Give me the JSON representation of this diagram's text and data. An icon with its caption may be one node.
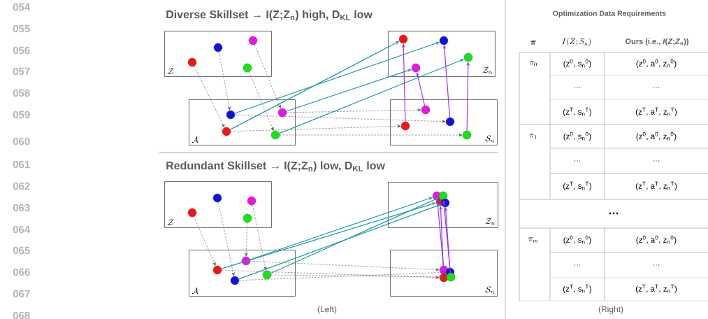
{
  "diagram": {
    "nodes": [
      {
        "text": [
          "\\mathcal{Z}"
        ]
      },
      {
        "text": [],
        "shape": "circle",
        "in": 0
      },
      {
        "text": [],
        "shape": "circle",
        "in": 0
      },
      {
        "text": [],
        "shape": "circle",
        "in": 0
      },
      {
        "text": [],
        "shape": "circle",
        "in": 0
      },
      {
        "text": [
          "\\mathcal{A}"
        ]
      },
      {
        "text": [],
        "shape": "circle",
        "in": 5
      },
      {
        "text": [],
        "shape": "circle",
        "in": 5
      },
      {
        "text": [],
        "shape": "circle",
        "in": 5
      },
      {
        "text": [],
        "shape": "circle",
        "in": 5
      },
      {
        "text": [
          "\\mathcal{Z}_n"
        ]
      },
      {
        "text": [],
        "shape": "circle",
        "in": 10
      },
      {
        "text": [],
        "shape": "circle",
        "in": 10
      },
      {
        "text": [],
        "shape": "circle",
        "in": 10
      },
      {
        "text": [],
        "shape": "circle",
        "in": 10
      },
      {
        "text": [
          "\\mathcal{S}_n"
        ]
      },
      {
        "text": [],
        "shape": "circle",
        "in": 15
      },
      {
        "text": [],
        "shape": "circle",
        "in": 15
      },
      {
        "text": [],
        "shape": "circle",
        "in": 15
      },
      {
        "text": [],
        "shape": "circle",
        "in": 15
      },
      {
        "text": [
          "\\mathcal{Z}"
        ]
      },
      {
        "text": [],
        "shape": "circle",
        "in": 20
      },
      {
        "text": [],
        "shape": "circle",
        "in": 20
      },
      {
        "text": [],
        "shape": "circle",
        "in": 20
      },
      {
        "text": [],
        "shape": "circle",
        "in": 20
      },
      {
        "text": [
          "\\mathcal{A}"
        ]
      },
      {
        "text": [],
        "shape": "circle",
        "in": 25
      },
      {
        "text": [],
        "shape": "circle",
        "in": 25
      },
      {
        "text": [],
        "shape": "circle",
        "in": 25
      },
      {
        "text": [],
        "shape": "circle",
        "in": 25
      },
      {
        "text": [
          "\\mathcal{Z}_n"
        ]
      },
      {
        "text": [],
        "shape": "circle",
        "in": 30
      },
      {
        "text": [],
        "shape": "circle",
        "in": 30
      },
      {
        "text": [],
        "shape": "circle",
        "in": 30
      },
      {
        "text": [],
        "shape": "circle",
        "in": 30
      },
      {
        "text": [
          "\\mathcal{S}_n"
        ]
      },
      {
        "text": [],
        "shape": "circle",
        "in": 35
      },
      {
        "text": [],
        "shape": "circle",
        "in": 35
      },
      {
        "text": [],
        "shape": "circle",
        "in": 35
      },
      {
        "text": [],
        "shape": "circle",
        "in": 35
      }
    ],
    "edges": [
      {
        "from": 1,
        "to": 6,
        "arrow": "to",
        "style": "dashed"
      },
      {
        "from": 2,
        "to": 7,
        "arrow": "to",
        "style": "dashed"
      },
      {
        "from": 3,
        "to": 8,
        "arrow": "to",
        "style": "dashed"
      },
      {
        "from": 4,
        "to": 9,
        "arrow": "to",
        "style": "dashed"
      },
      {
        "from": 6,
        "to": 16,
        "arrow": "to",
        "style": "dashed"
      },
      {
        "from": 7,
        "to": 18,
        "arrow": "to",
        "style": "dashed"
      },
      {
        "from": 8,
        "to": 19,
        "arrow": "to",
        "style": "dashed"
      },
      {
        "from": 9,
        "to": 17,
        "arrow": "to",
        "style": "dashed"
      },
      {
        "from": 6,
        "to": 11,
        "arrow": "to",
        "color": "#1a9aa8"
      },
      {
        "from": 7,
        "to": 13,
        "arrow": "to",
        "color": "#1a9aa8"
      },
      {
        "from": 8,
        "to": 14,
        "arrow": "to",
        "color": "#1a9aa8"
      },
      {
        "from": 9,
        "to": 12,
        "arrow": "to",
        "color": "#1a9aa8"
      },
      {
        "from": 16,
        "to": 11,
        "arrow": "to",
        "color": "#9b30ff"
      },
      {
        "from": 17,
        "to": 12,
        "arrow": "to",
        "color": "#9b30ff"
      },
      {
        "from": 18,
        "to": 13,
        "arrow": "to",
        "color": "#9b30ff"
      },
      {
        "from": 19,
        "to": 14,
        "arrow": "to",
        "color": "#9b30ff"
      },
      {
        "from": 21,
        "to": 26,
        "arrow": "to",
        "style": "dashed"
      },
      {
        "from": 22,
        "to": 27,
        "arrow": "to",
        "style": "dashed"
      },
      {
        "from": 23,
        "to": 28,
        "arrow": "to",
        "style": "dashed"
      },
      {
        "from": 24,
        "to": 29,
        "arrow": "to",
        "style": "dashed"
      },
      {
        "from": 26,
        "to": 37,
        "arrow": "to",
        "style": "dashed"
      },
      {
        "from": 27,
        "to": 38,
        "arrow": "to",
        "style": "dashed"
      },
      {
        "from": 28,
        "to": 36,
        "arrow": "to",
        "style": "dashed"
      },
      {
        "from": 29,
        "to": 39,
        "arrow": "to",
        "style": "dashed"
      },
      {
        "from": 26,
        "to": 32,
        "arrow": "to",
        "color": "#1a9aa8"
      },
      {
        "from": 27,
        "to": 34,
        "arrow": "to",
        "color": "#1a9aa8"
      },
      {
        "from": 28,
        "to": 31,
        "arrow": "to",
        "color": "#1a9aa8"
      },
      {
        "from": 29,
        "to": 33,
        "arrow": "to",
        "color": "#1a9aa8"
      },
      {
        "from": 36,
        "to": 31,
        "arrow": "to",
        "color": "#9b30ff"
      },
      {
        "from": 37,
        "to": 32,
        "arrow": "to",
        "color": "#9b30ff"
      },
      {
        "from": 38,
        "to": 34,
        "arrow": "to",
        "color": "#9b30ff"
      },
      {
        "from": 39,
        "to": 33,
        "arrow": "to",
        "color": "#9b30ff"
      }
    ],
    "labels": [
      "054",
      "055",
      "056",
      "057",
      "058",
      "059",
      "060",
      "061",
      "062",
      "063",
      "064",
      "065",
      "066",
      "067",
      "068",
      "Diverse Skillset → I(Z;Z$_{n}$) high, D$_{KL}$ low",
      "Redundant Skillset → I(Z;Z$_{n}$) low, D$_{KL}$ low",
      "(Left)",
      "Optimization Data Requirements",
      "\\boldsymbol{\\pi}",
      "I(Z;S_n)",
      "Ours (i.e., *I*(*Z*;*Z*$_{n}$))",
      "\\pi_0",
      "(z$^{0}$, s$_{n}$$^{0}$)",
      "(z$^{0}$, a$^{0}$, z$_{n}$$^{0}$)",
      "…",
      "…",
      "(z$^{T}$, s$_{n}$$^{T}$)",
      "(z$^{T}$, a$^{T}$, z$_{n}$$^{T}$)",
      "\\pi_1",
      "(z$^{0}$, s$_{n}$$^{0}$)",
      "(z$^{0}$, a$^{0}$, z$_{n}$$^{0}$)",
      "…",
      "…",
      "(z$^{T}$, s$_{n}$$^{T}$)",
      "(z$^{T}$, a$^{T}$, z$_{n}$$^{T}$)",
      "…",
      "\\pi_m",
      "(z$^{0}$, s$_{n}$$^{0}$)",
      "(z$^{0}$, a$^{0}$, z$_{n}$$^{0}$)",
      "…",
      "…",
      "(z$^{T}$, s$_{n}$$^{T}$)",
      "(z$^{T}$, a$^{T}$, z$_{n}$$^{T}$)",
      "(Right)"
    ]
  }
}
